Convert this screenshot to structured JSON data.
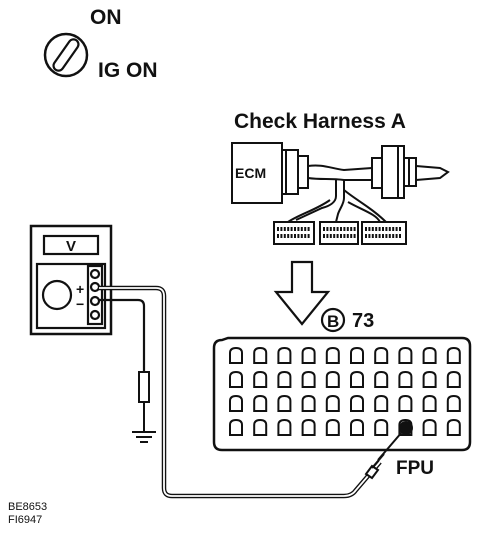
{
  "ignition": {
    "on_label": "ON",
    "ig_on_label": "IG ON"
  },
  "harness": {
    "title": "Check Harness A",
    "ecm_label": "ECM"
  },
  "meter": {
    "display_label": "V",
    "plus_label": "+",
    "minus_label": "−"
  },
  "connector": {
    "circle_letter": "B",
    "number": "73",
    "terminal_label": "FPU"
  },
  "figure_codes": {
    "line1": "BE8653",
    "line2": "FI6947"
  },
  "colors": {
    "ink": "#111111",
    "paper": "#ffffff"
  }
}
